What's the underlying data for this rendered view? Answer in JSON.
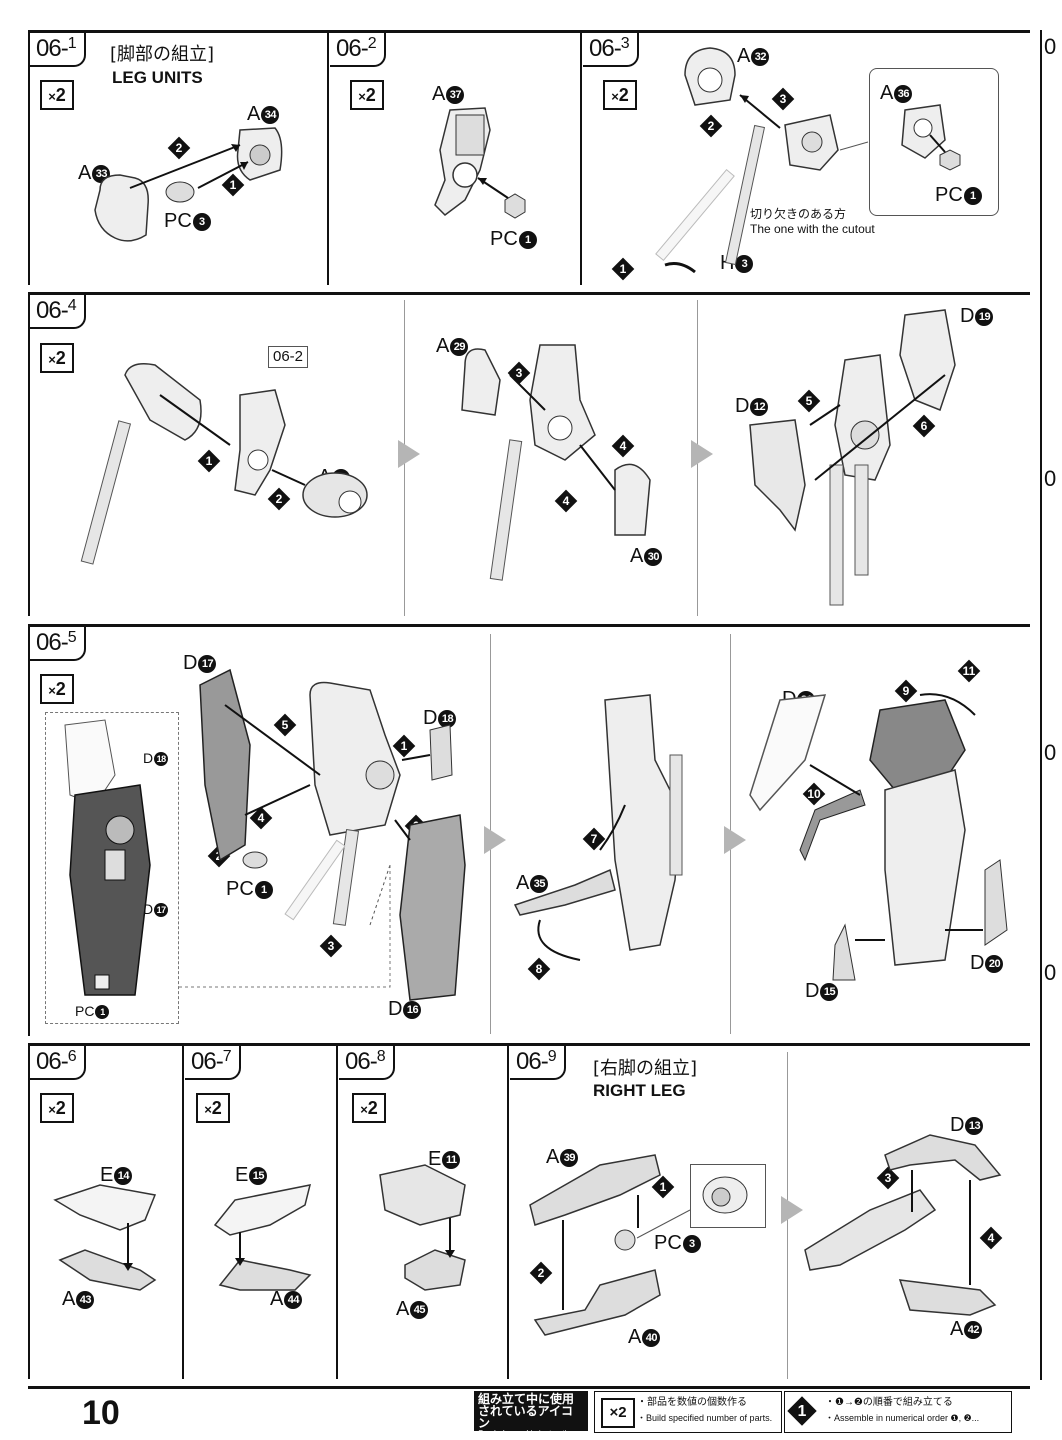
{
  "page_number": "10",
  "steps": {
    "s1": {
      "prefix": "06-",
      "num": "1",
      "count_x": "×",
      "count_n": "2",
      "title_jp": "[脚部の組立]",
      "title_en": "LEG UNITS",
      "parts": {
        "a33": "A",
        "a33n": "33",
        "a34": "A",
        "a34n": "34",
        "pc": "PC",
        "pcn": "3"
      }
    },
    "s2": {
      "prefix": "06-",
      "num": "2",
      "count_x": "×",
      "count_n": "2",
      "parts": {
        "a37": "A",
        "a37n": "37",
        "pc": "PC",
        "pcn": "1"
      }
    },
    "s3": {
      "prefix": "06-",
      "num": "3",
      "count_x": "×",
      "count_n": "2",
      "parts": {
        "a32": "A",
        "a32n": "32",
        "a36": "A",
        "a36n": "36",
        "pc": "PC",
        "pcn": "1",
        "h": "H",
        "hn": "3"
      },
      "note_jp": "切り欠きのある方",
      "note_en": "The one with the cutout"
    },
    "s4": {
      "prefix": "06-",
      "num": "4",
      "count_x": "×",
      "count_n": "2",
      "ref": "06-2",
      "parts": {
        "a31": "A",
        "a31n": "31",
        "a29": "A",
        "a29n": "29",
        "a30": "A",
        "a30n": "30",
        "d12": "D",
        "d12n": "12",
        "d19": "D",
        "d19n": "19"
      }
    },
    "s5": {
      "prefix": "06-",
      "num": "5",
      "count_x": "×",
      "count_n": "2",
      "parts": {
        "d17": "D",
        "d17n": "17",
        "d18": "D",
        "d18n": "18",
        "pc": "PC",
        "pcn": "1",
        "d16": "D",
        "d16n": "16",
        "a35": "A",
        "a35n": "35",
        "d21": "D",
        "d21n": "21",
        "d20": "D",
        "d20n": "20",
        "d15": "D",
        "d15n": "15"
      },
      "inset": {
        "d18": "D",
        "d18n": "18",
        "d17": "D",
        "d17n": "17",
        "pc": "PC",
        "pcn": "1"
      }
    },
    "s6": {
      "prefix": "06-",
      "num": "6",
      "count_x": "×",
      "count_n": "2",
      "parts": {
        "e14": "E",
        "e14n": "14",
        "a43": "A",
        "a43n": "43"
      }
    },
    "s7": {
      "prefix": "06-",
      "num": "7",
      "count_x": "×",
      "count_n": "2",
      "parts": {
        "e15": "E",
        "e15n": "15",
        "a44": "A",
        "a44n": "44"
      }
    },
    "s8": {
      "prefix": "06-",
      "num": "8",
      "count_x": "×",
      "count_n": "2",
      "parts": {
        "e11": "E",
        "e11n": "11",
        "a45": "A",
        "a45n": "45"
      }
    },
    "s9": {
      "prefix": "06-",
      "num": "9",
      "title_jp": "[右脚の組立]",
      "title_en": "RIGHT LEG",
      "parts": {
        "a39": "A",
        "a39n": "39",
        "pc": "PC",
        "pcn": "3",
        "a40": "A",
        "a40n": "40",
        "d13": "D",
        "d13n": "13",
        "a42": "A",
        "a42n": "42"
      }
    }
  },
  "order": [
    "1",
    "2",
    "3",
    "4",
    "5",
    "6",
    "7",
    "8",
    "9",
    "10",
    "11"
  ],
  "legend": {
    "title_jp": "組み立て中に使用\nされているアイコン",
    "title_en": "Symbols used in instructions",
    "count_icon": "×2",
    "count_jp": "・部品を数値の個数作る",
    "count_en": "・Build specified number of parts.",
    "order_icon": "1",
    "order_jp": "・❶→❷の順番で組み立てる",
    "order_en": "・Assemble in numerical order ❶, ❷..."
  },
  "right_edge_labels": [
    "0",
    "0",
    "0",
    "0"
  ]
}
